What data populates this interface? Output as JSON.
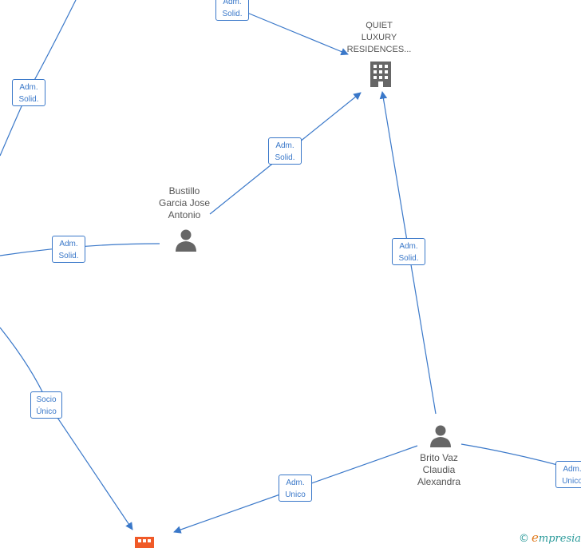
{
  "nodes": {
    "company_main": {
      "lines": [
        "QUIET",
        "LUXURY",
        "RESIDENCES..."
      ],
      "icon": "building-icon",
      "color": "#666666"
    },
    "person_bustillo": {
      "lines": [
        "Bustillo",
        "Garcia Jose",
        "Antonio"
      ],
      "icon": "person-icon",
      "color": "#666666"
    },
    "person_brito": {
      "lines": [
        "Brito Vaz",
        "Claudia",
        "Alexandra"
      ],
      "icon": "person-icon",
      "color": "#666666"
    },
    "company_bottom": {
      "icon": "building-icon",
      "color": "#f05a28"
    }
  },
  "edge_labels": {
    "top": [
      "Adm.",
      "Solid."
    ],
    "left_upper": [
      "Adm.",
      "Solid."
    ],
    "bustillo_company": [
      "Adm.",
      "Solid."
    ],
    "left_mid": [
      "Adm.",
      "Solid."
    ],
    "brito_company": [
      "Adm.",
      "Solid."
    ],
    "socio": [
      "Socio",
      "Único"
    ],
    "brito_bottom": [
      "Adm.",
      "Unico"
    ],
    "right": [
      "Adm.",
      "Unico"
    ]
  },
  "colors": {
    "edge": "#3a78c9",
    "node_gray": "#666666",
    "accent_orange": "#f05a28"
  },
  "watermark": {
    "copyright": "©",
    "brand_initial": "e",
    "brand_rest": "mpresia"
  }
}
